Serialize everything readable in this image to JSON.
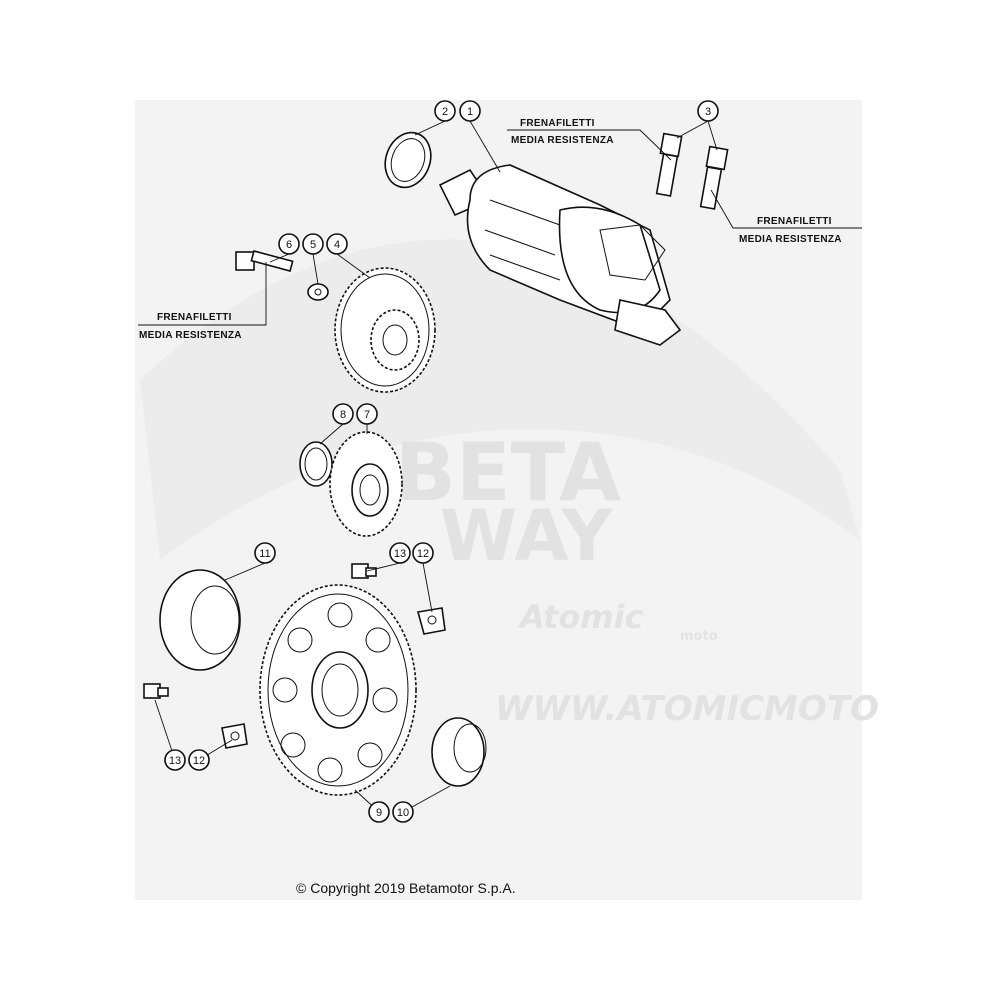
{
  "callouts": {
    "c1": "1",
    "c2": "2",
    "c3": "3",
    "c4": "4",
    "c5": "5",
    "c6": "6",
    "c7": "7",
    "c8": "8",
    "c9": "9",
    "c10": "10",
    "c11": "11",
    "c12": "12",
    "c13": "13"
  },
  "notes": {
    "line1": "FRENAFILETTI",
    "line2": "MEDIA RESISTENZA"
  },
  "watermark": {
    "brand_top": "BETA",
    "brand_bottom": "WAY",
    "logo": "Atomic",
    "logo_sub": "moto",
    "url": "WWW.ATOMICMOTO"
  },
  "copyright": "© Copyright 2019 Betamotor S.p.A."
}
